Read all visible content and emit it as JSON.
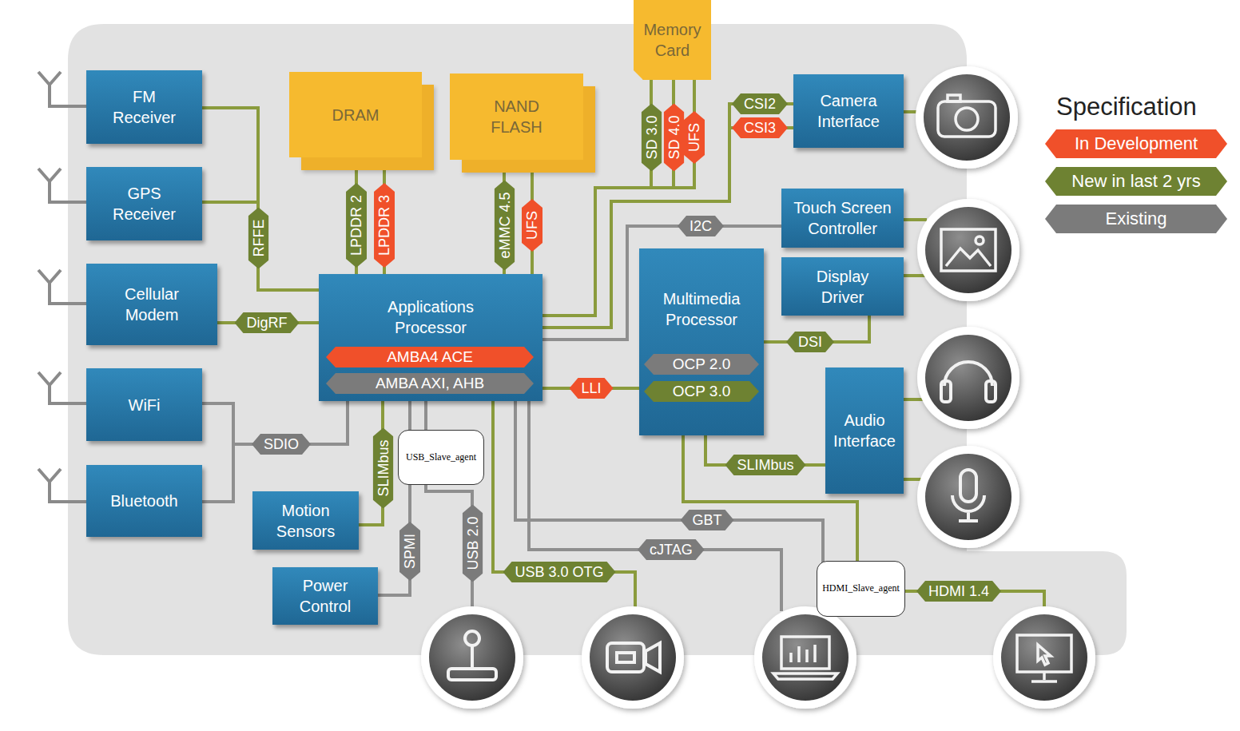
{
  "diagram": {
    "nodes": [
      {
        "text": [
          "FM Receiver"
        ]
      },
      {
        "text": [
          "GPS Receiver"
        ]
      },
      {
        "text": [
          "DRAM"
        ]
      },
      {
        "text": [
          "NAND FLASH"
        ]
      },
      {
        "text": [
          "Memory Card"
        ]
      },
      {
        "text": [
          "Camera Interface"
        ]
      },
      {
        "text": [
          "Touch Screen Controller"
        ]
      },
      {
        "text": [
          "Cellular Modem"
        ]
      },
      {
        "text": [
          "Applications Processor"
        ]
      },
      {
        "text": [
          "AMBA4 ACE"
        ],
        "in": 8
      },
      {
        "text": [
          "AMBA AXI, AHB"
        ],
        "in": 8
      },
      {
        "text": [
          "Display Driver"
        ]
      },
      {
        "text": [
          "Multimedia Processor"
        ]
      },
      {
        "text": [
          "OCP 2.0"
        ],
        "in": 12
      },
      {
        "text": [
          "OCP 3.0"
        ],
        "in": 12
      },
      {
        "text": [
          "WiFi"
        ]
      },
      {
        "text": [
          "Audio Interface"
        ]
      },
      {
        "text": [
          "USB_Slave_agent"
        ]
      },
      {
        "text": [
          "Bluetooth"
        ]
      },
      {
        "text": [
          "Motion Sensors"
        ]
      },
      {
        "text": [
          "Power Control"
        ]
      },
      {
        "text": [
          "HDMI_Slave_agent"
        ]
      }
    ],
    "edges": [
      {
        "from": 0,
        "to": 8,
        "label": "RFFE",
        "arrow": "none"
      },
      {
        "from": 1,
        "to": 8,
        "arrow": "none"
      },
      {
        "from": 7,
        "to": 8,
        "label": "DigRF",
        "arrow": "none"
      },
      {
        "from": 15,
        "to": 8,
        "label": "SDIO",
        "arrow": "none"
      },
      {
        "from": 18,
        "to": 8,
        "arrow": "none"
      },
      {
        "from": 2,
        "to": 8,
        "label": "LPDDR 2",
        "arrow": "none"
      },
      {
        "from": 2,
        "to": 8,
        "label": "LPDDR 3",
        "arrow": "none"
      },
      {
        "from": 3,
        "to": 8,
        "label": "eMMC 4.5",
        "arrow": "none"
      },
      {
        "from": 3,
        "to": 8,
        "label": "UFS",
        "arrow": "none"
      },
      {
        "from": 4,
        "to": 8,
        "label": "SD 3.0",
        "arrow": "none"
      },
      {
        "from": 4,
        "to": 8,
        "label": "SD 4.0",
        "arrow": "none"
      },
      {
        "from": 4,
        "to": 8,
        "label": "UFS",
        "arrow": "none"
      },
      {
        "from": 5,
        "to": 8,
        "label": "CSI2",
        "arrow": "none"
      },
      {
        "from": 5,
        "to": 8,
        "label": "CSI3",
        "arrow": "none"
      },
      {
        "from": 6,
        "to": 8,
        "label": "I2C",
        "arrow": "none"
      },
      {
        "from": 8,
        "to": 12,
        "label": "LLI",
        "arrow": "none"
      },
      {
        "from": 11,
        "to": 12,
        "label": "DSI",
        "arrow": "none"
      },
      {
        "from": 12,
        "to": 16,
        "label": "SLIMbus",
        "arrow": "none"
      },
      {
        "from": 19,
        "to": 8,
        "label": "SLIMbus",
        "arrow": "none"
      },
      {
        "from": 20,
        "to": 8,
        "label": "SPMI",
        "arrow": "none"
      },
      {
        "from": 12,
        "to": 21,
        "arrow": "none"
      }
    ],
    "labels": [
      "USB 2.0",
      "USB 3.0 OTG",
      "GBT",
      "cJTAG",
      "HDMI 1.4",
      "Specification"
    ],
    "legend": [
      {
        "text": "In Development",
        "color": "#f0502a"
      },
      {
        "text": "New in last 2 yrs",
        "color": "#6e8232"
      },
      {
        "text": "Existing",
        "color": "#7b7b7b"
      }
    ]
  }
}
